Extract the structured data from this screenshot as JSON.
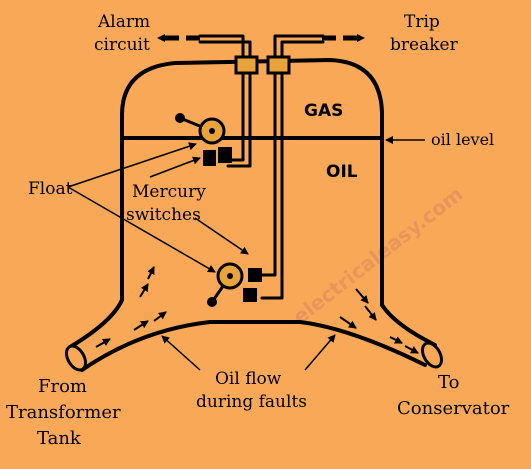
{
  "labels": {
    "alarm_line1": "Alarm",
    "alarm_line2": "circuit",
    "trip_line1": "Trip",
    "trip_line2": "breaker",
    "gas": "GAS",
    "oil": "OIL",
    "oil_level": "oil level",
    "float": "Float",
    "mercury_line1": "Mercury",
    "mercury_line2": "switches",
    "from_line1": "From",
    "from_line2": "Transformer",
    "from_line3": "Tank",
    "oil_flow_line1": "Oil flow",
    "oil_flow_line2": "during faults",
    "to_line1": "To",
    "to_line2": "Conservator"
  },
  "watermark": "electricaleasy.com",
  "colors": {
    "background": "#f9a858",
    "ink": "#000000",
    "float_fill": "#e8a33a"
  }
}
